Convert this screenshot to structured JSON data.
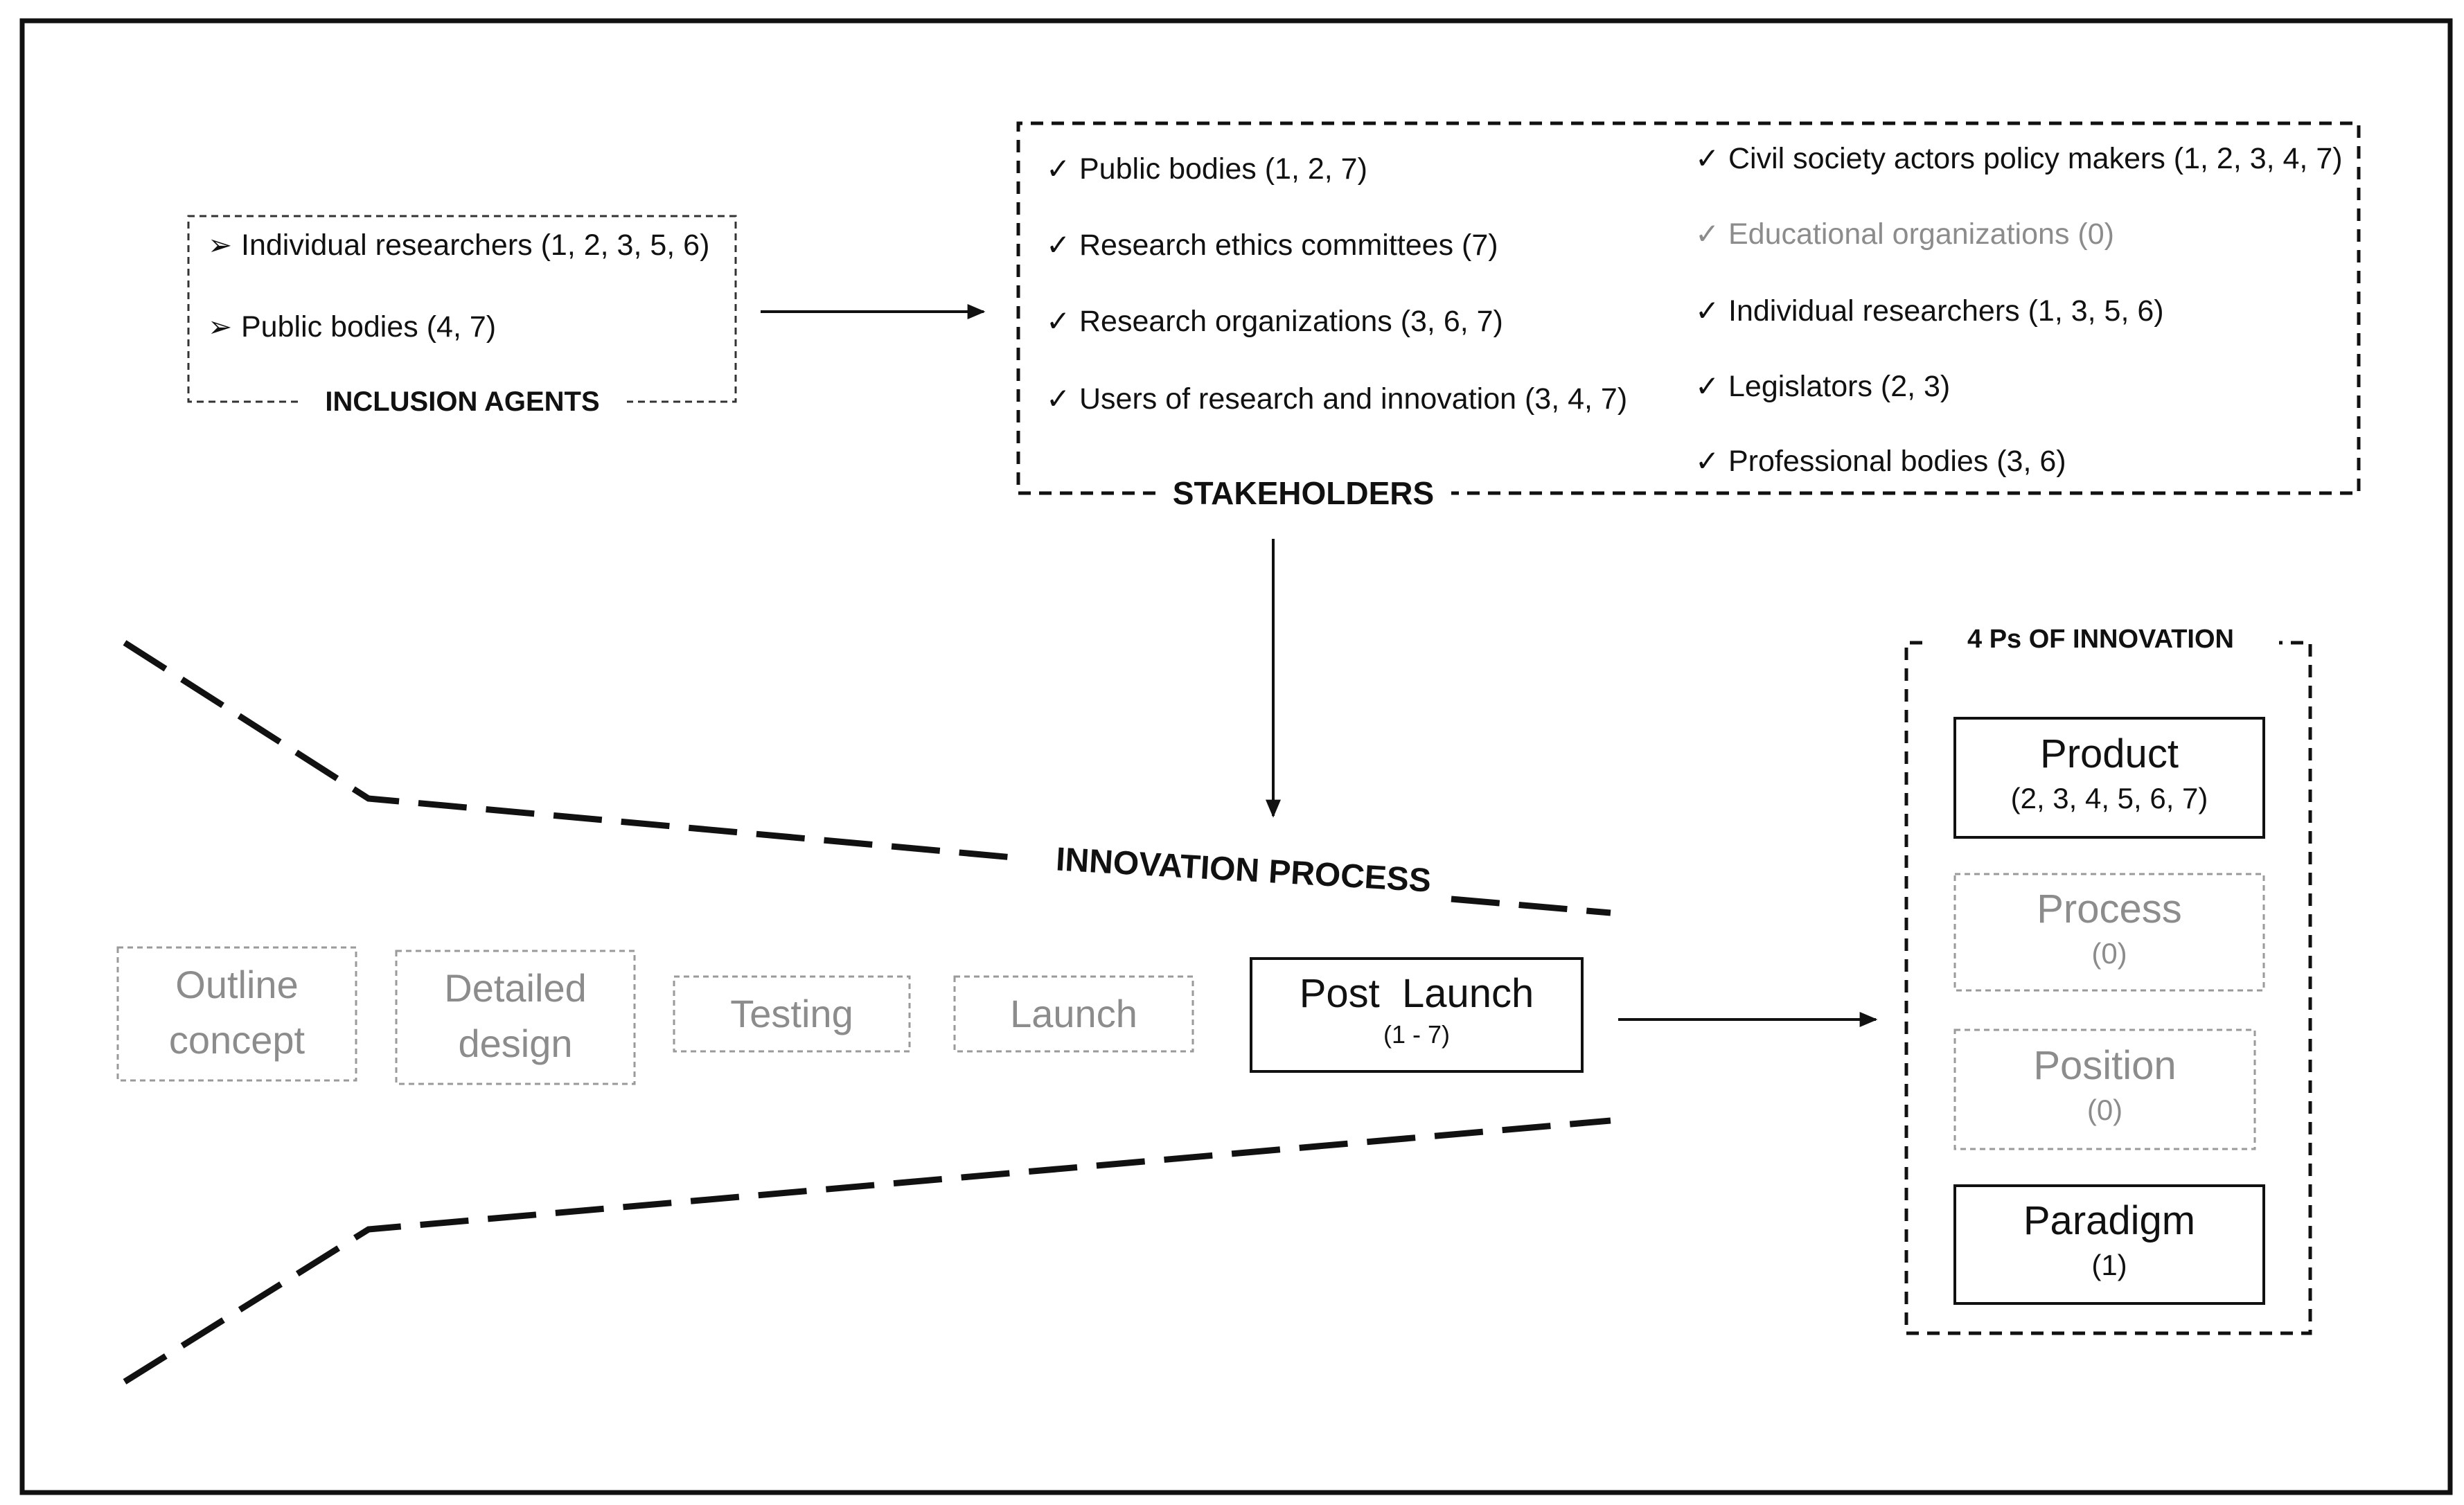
{
  "inclusion_agents": {
    "title": "INCLUSION AGENTS",
    "items": [
      {
        "text": "Individual researchers (1, 2, 3, 5, 6)"
      },
      {
        "text": "Public bodies (4, 7)"
      }
    ]
  },
  "stakeholders": {
    "title": "STAKEHOLDERS",
    "left": [
      {
        "text": "Public bodies (1, 2, 7)"
      },
      {
        "text": "Research ethics committees (7)"
      },
      {
        "text": "Research organizations (3, 6, 7)"
      },
      {
        "text": "Users of research and innovation (3, 4, 7)"
      }
    ],
    "right": [
      {
        "text": "Civil society actors policy makers (1, 2, 3, 4, 7)"
      },
      {
        "text": "Educational organizations (0)"
      },
      {
        "text": "Individual researchers (1, 3, 5, 6)"
      },
      {
        "text": "Legislators (2, 3)"
      },
      {
        "text": "Professional bodies (3, 6)"
      }
    ]
  },
  "innovation_process": {
    "title": "INNOVATION PROCESS",
    "stages": [
      {
        "line1": "Outline",
        "line2": "concept"
      },
      {
        "line1": "Detailed",
        "line2": "design"
      },
      {
        "line1": "Testing"
      },
      {
        "line1": "Launch"
      },
      {
        "line1": "Post  Launch",
        "line2": "(1 - 7)"
      }
    ]
  },
  "four_ps": {
    "title": "4 Ps OF INNOVATION",
    "items": [
      {
        "name": "Product",
        "refs": "(2, 3, 4, 5, 6, 7)"
      },
      {
        "name": "Process",
        "refs": "(0)"
      },
      {
        "name": "Position",
        "refs": "(0)"
      },
      {
        "name": "Paradigm",
        "refs": "(1)"
      }
    ]
  },
  "colors": {
    "active": "#111111",
    "faded": "#8c8c8c"
  },
  "icons": {
    "bullet": "arrowhead-bullet-icon",
    "check": "checkmark-icon"
  }
}
